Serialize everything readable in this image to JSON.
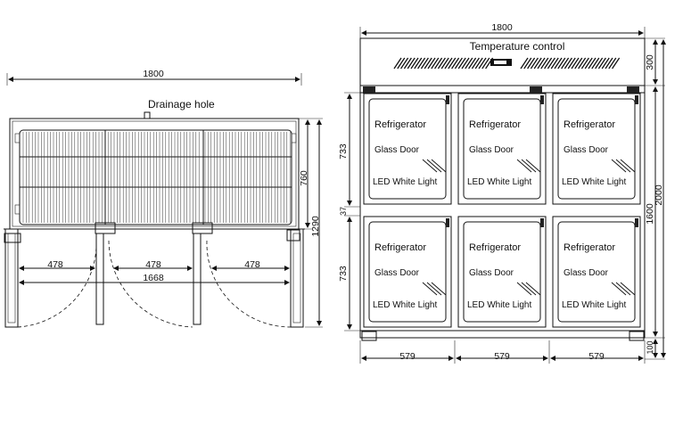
{
  "colors": {
    "line": "#111111",
    "background": "#ffffff"
  },
  "left_view": {
    "top_width": "1800",
    "drainage_label": "Drainage hole",
    "height_upper": "760",
    "height_total": "1290",
    "door_widths": [
      "478",
      "478",
      "478"
    ],
    "inner_width": "1668"
  },
  "right_view": {
    "top_width": "1800",
    "temp_label": "Temperature control",
    "top_section": "300",
    "door_height_upper": "733",
    "gap": "37",
    "door_height_lower": "733",
    "cabinet_height": "1600",
    "total_height": "2000",
    "leg_height": "100",
    "door_widths": [
      "579",
      "579",
      "579"
    ],
    "doors": [
      {
        "title": "Refrigerator",
        "subtitle": "Glass Door",
        "light": "LED White Light"
      },
      {
        "title": "Refrigerator",
        "subtitle": "Glass Door",
        "light": "LED White Light"
      },
      {
        "title": "Refrigerator",
        "subtitle": "Glass Door",
        "light": "LED White Light"
      },
      {
        "title": "Refrigerator",
        "subtitle": "Glass Door",
        "light": "LED White Light"
      },
      {
        "title": "Refrigerator",
        "subtitle": "Glass Door",
        "light": "LED White Light"
      },
      {
        "title": "Refrigerator",
        "subtitle": "Glass Door",
        "light": "LED White Light"
      }
    ]
  }
}
